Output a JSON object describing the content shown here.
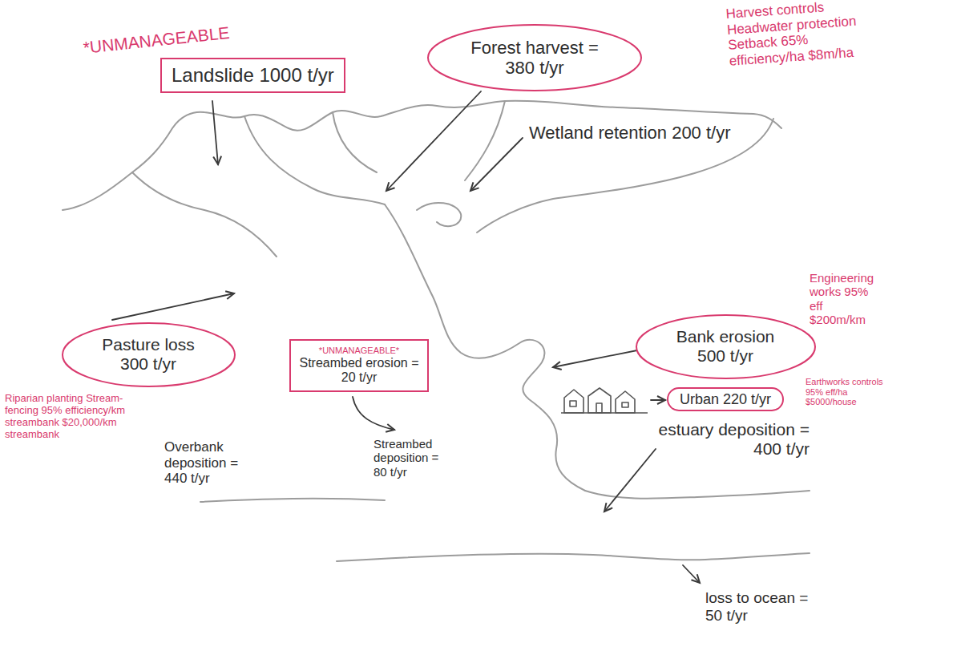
{
  "diagram": {
    "nodes": [
      {
        "text": [
          "*UNMANAGEABLE",
          "Landslide 1000 t/yr"
        ]
      },
      {
        "text": [
          "Forest harvest = 380 t/yr"
        ]
      },
      {
        "text": [
          "Pasture loss 300 t/yr"
        ]
      },
      {
        "text": [
          "*UNMANAGEABLE*",
          "Streambed erosion = 20 t/yr"
        ]
      },
      {
        "text": [
          "Bank erosion 500 t/yr"
        ]
      },
      {
        "text": [
          "Urban 220 t/yr"
        ]
      }
    ],
    "labels": [
      "Harvest controls Headwater protection Setback 65% efficiency/ha $8m/ha",
      "Wetland retention 200 t/yr",
      "Engineering works 95% eff $200m/km",
      "Earthworks controls 95% eff/ha $5000/house",
      "Riparian planting Stream-fencing 95% efficiency/km streambank $20,000/km streambank",
      "Overbank deposition = 440 t/yr",
      "Streambed deposition = 80 t/yr",
      "estuary deposition = 400 t/yr",
      "loss to ocean = 50 t/yr"
    ]
  }
}
